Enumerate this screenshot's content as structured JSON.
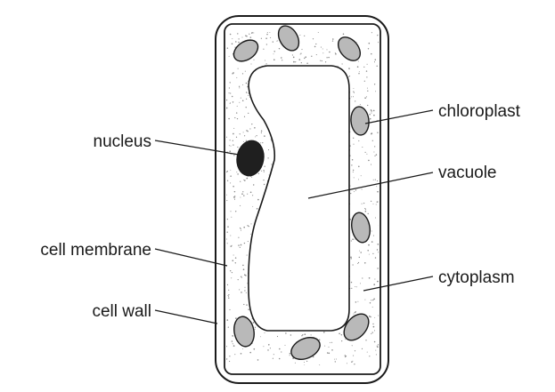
{
  "labels": {
    "nucleus": "nucleus",
    "cell_membrane": "cell membrane",
    "cell_wall": "cell wall",
    "chloroplast": "chloroplast",
    "vacuole": "vacuole",
    "cytoplasm": "cytoplasm"
  },
  "colors": {
    "outline": "#1a1a1a",
    "chloroplast_fill": "#b9b9b9",
    "nucleus_fill": "#1f1f1f",
    "cytoplasm_dots": "#8a8a8a",
    "background": "#ffffff"
  }
}
